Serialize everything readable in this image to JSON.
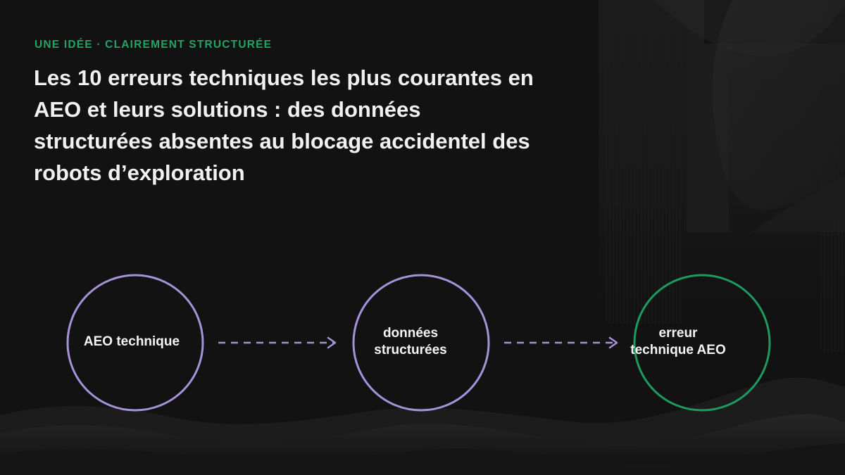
{
  "eyebrow": "UNE IDÉE · CLAIREMENT STRUCTURÉE",
  "title": "Les 10 erreurs techniques les plus courantes en AEO et leurs solutions : des données structurées absentes au blocage accidentel des robots d’exploration",
  "colors": {
    "background": "#121212",
    "accent_green": "#22a366",
    "node_purple": "#a592d8",
    "node_green": "#1f9a5f",
    "arrow": "#a592d8",
    "text": "#f1f1f1"
  },
  "diagram": {
    "nodes": [
      {
        "id": "aeo-technique",
        "lines": [
          "AEO technique"
        ],
        "color": "purple"
      },
      {
        "id": "donnees-structurees",
        "lines": [
          "données",
          "structurées"
        ],
        "color": "purple"
      },
      {
        "id": "erreur-technique-aeo",
        "lines": [
          "erreur",
          "technique AEO"
        ],
        "color": "green"
      }
    ],
    "edges": [
      {
        "from": "aeo-technique",
        "to": "donnees-structurees",
        "style": "dashed-arrow"
      },
      {
        "from": "donnees-structurees",
        "to": "erreur-technique-aeo",
        "style": "dashed-arrow"
      }
    ]
  }
}
